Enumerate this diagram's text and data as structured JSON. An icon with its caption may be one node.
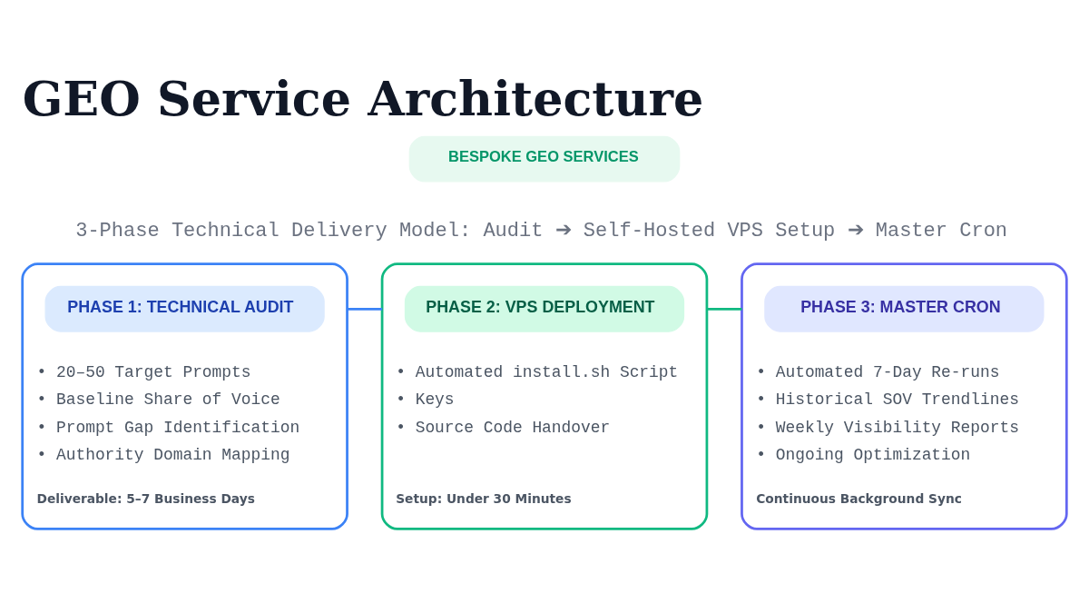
{
  "diagram": {
    "title": "GEO Service Architecture",
    "nodes": [
      {
        "text": [
          "BESPOKE GEO SERVICES"
        ]
      },
      {
        "text": [
          "• 20–50 Target Prompts",
          "• Baseline Share of Voice",
          "• Prompt Gap Identification",
          "• Authority Domain Mapping",
          "Deliverable: 5–7 Business Days"
        ]
      },
      {
        "text": [
          "PHASE 1: TECHNICAL AUDIT"
        ],
        "in": 1
      },
      {
        "text": [
          "• Automated install.sh Script",
          "• Keys",
          "• Source Code Handover",
          "Setup: Under 30 Minutes"
        ]
      },
      {
        "text": [
          "PHASE 2: VPS DEPLOYMENT"
        ],
        "in": 3
      },
      {
        "text": [
          "• Automated 7-Day Re-runs",
          "• Historical SOV Trendlines",
          "• Weekly Visibility Reports",
          "• Ongoing Optimization",
          "Continuous Background Sync"
        ]
      },
      {
        "text": [
          "PHASE 3: MASTER CRON"
        ],
        "in": 5
      }
    ],
    "edges": [
      {
        "from": 1,
        "to": 3,
        "arrow": "none",
        "color": "#3b82f6"
      },
      {
        "from": 3,
        "to": 5,
        "arrow": "none",
        "color": "#10b981"
      }
    ],
    "labels": [
      "3-Phase Technical Delivery Model: Audit ➔ Self-Hosted VPS Setup ➔ Master Cron"
    ]
  }
}
